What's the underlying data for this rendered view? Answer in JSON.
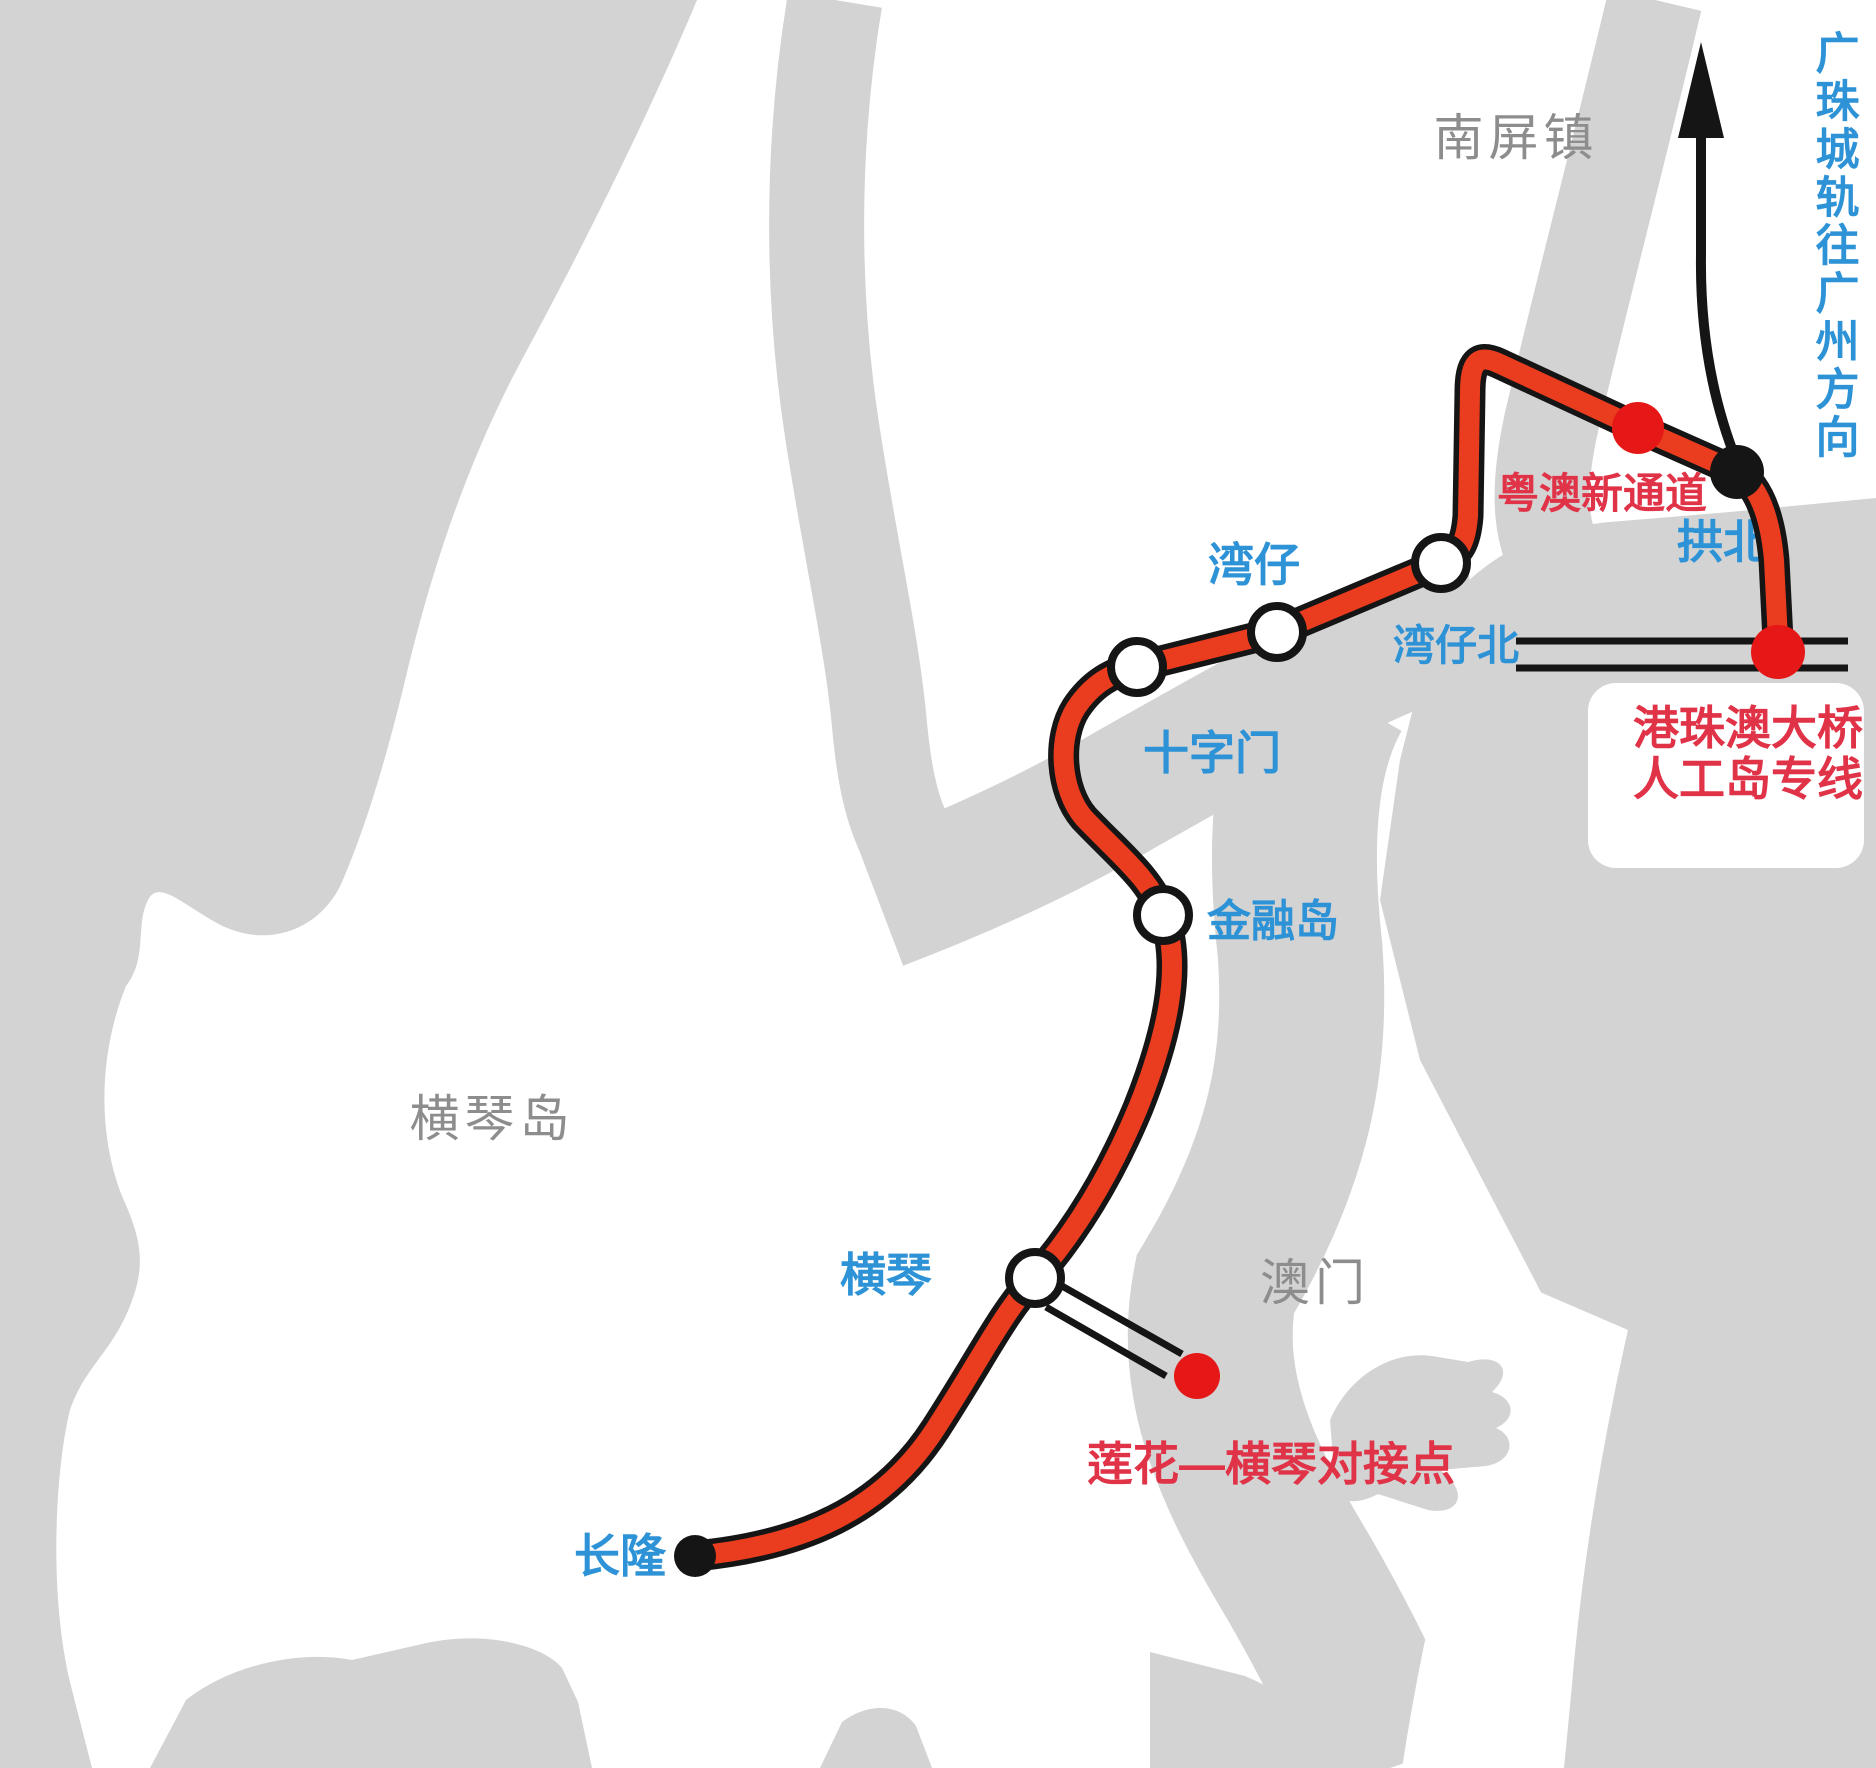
{
  "map": {
    "direction_note": {
      "text": "广珠城轨往广州方向"
    },
    "area_labels": [
      {
        "id": "nanping",
        "name": "南屏镇"
      },
      {
        "id": "hengqindao",
        "name": "横琴岛"
      },
      {
        "id": "aomen",
        "name": "澳门"
      }
    ],
    "stations": [
      {
        "name": "长隆",
        "marker": "black-dot"
      },
      {
        "name": "横琴",
        "marker": "white-circle"
      },
      {
        "name": "金融岛",
        "marker": "white-circle"
      },
      {
        "name": "十字门",
        "marker": "white-circle"
      },
      {
        "name": "湾仔",
        "marker": "white-circle"
      },
      {
        "name": "湾仔北",
        "marker": "white-circle"
      },
      {
        "name": "拱北",
        "marker": "black-dot"
      }
    ],
    "ports": {
      "yueao_label": "粤澳新通道",
      "hzmb_lines": [
        "港珠澳大桥",
        "人工岛专线"
      ],
      "lianhua_label": "莲花—横琴对接点"
    },
    "colors": {
      "water_gray": "#d3d3d3",
      "line_red": "#ea3c1e",
      "dot_red": "#e61717",
      "label_blue": "#2e93d6",
      "label_red": "#e03347",
      "label_gray": "#8d8d8d",
      "black": "#151515"
    }
  }
}
